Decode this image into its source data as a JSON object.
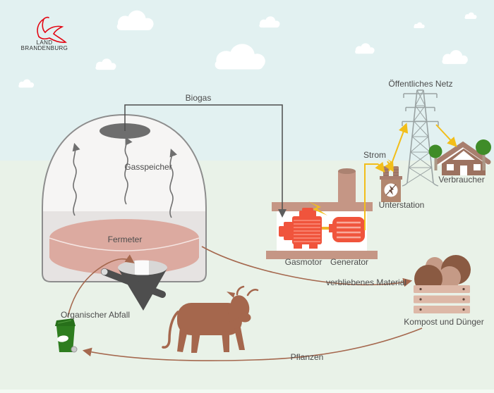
{
  "meta": {
    "description": "Schema einer Biogasanlage (Land Brandenburg Infografik)"
  },
  "logo": {
    "line1": "LAND",
    "line2": "BRANDENBURG"
  },
  "labels": {
    "biogas": "Biogas",
    "gasspeicher": "Gasspeicher",
    "fermeter": "Fermeter",
    "gasmotor": "Gasmotor",
    "generator": "Generator",
    "strom": "Strom",
    "unterstation": "Unterstation",
    "oeffentliches_netz": "Öffentliches Netz",
    "verbraucher": "Verbraucher",
    "verbliebenes_material": "verbliebenes Material",
    "kompost": "Kompost und Dünger",
    "pflanzen": "Pflanzen",
    "organischer_abfall": "Organischer Abfall"
  },
  "colors": {
    "sky": "#e2f1f1",
    "ground": "#e9f2e8",
    "cloud": "#ffffff",
    "flow_brown": "#a5684e",
    "electric_yellow": "#f2be1a",
    "machine_red": "#f0543c",
    "building_tan": "#c59685",
    "fermenter_pink": "#dcaaa0",
    "dome_outline_gray": "#8d8d8d",
    "funnel_gray": "#4e4e4e",
    "bin_green": "#2e7d1f",
    "tree_green": "#3f8c28",
    "cow_brown": "#a5674d",
    "crate_wood": "#ddb8a7",
    "compost_dark": "#8a5a42",
    "compost_light": "#c59a86",
    "pylon_gray": "#9aa3a3",
    "text": "#4c4c4c",
    "logo_red": "#e30613"
  },
  "icons": {
    "eagle-icon": "red stylized eagle (svg strokes)",
    "cloud-icon": "white cloud blobs",
    "biogas-dome-icon": "white dome with vent ellipse",
    "gas-waves-icon": "three wavy up arrows",
    "fermenter-icon": "pink tank",
    "funnel-icon": "dark cone with feed pipe",
    "engine-icon": "red gas motor block",
    "generator-icon": "red striped cylinder",
    "lightning-icon": "yellow bolt polygon",
    "chimney-icon": "tan cylinder",
    "transformer-icon": "tan box with bolt-in-circle and bushings",
    "pylon-icon": "gray lattice tower with three crossarms",
    "house-icon": "brown house with white gable and trees",
    "compost-crate-icon": "wooden crate with brown mounds",
    "cow-icon": "brown cow silhouette",
    "waste-bin-icon": "green wheelie bin with white label and wheel"
  }
}
